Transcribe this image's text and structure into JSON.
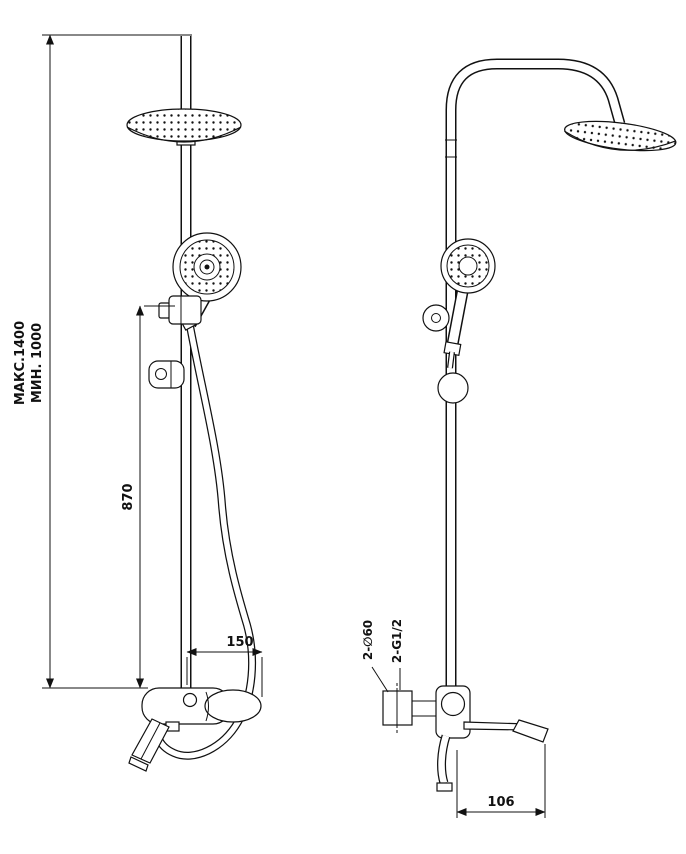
{
  "page": {
    "background": "#ffffff",
    "line_color": "#111111",
    "type": "shower-system-technical-drawing"
  },
  "front_view": {
    "labels": {
      "max_height": "МАКС.1400",
      "min_height": "МИН. 1000",
      "bracket_height": "870",
      "spout_reach": "150"
    }
  },
  "side_view": {
    "labels": {
      "mount_holes": "2-∅60",
      "connection_thread": "2-G1/2",
      "depth": "106"
    }
  }
}
